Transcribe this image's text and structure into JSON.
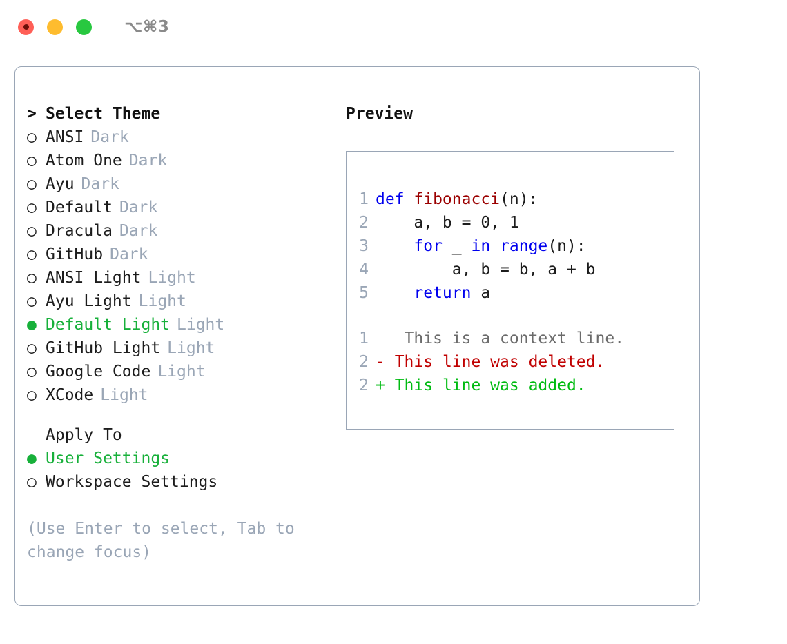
{
  "titlebar": {
    "dots": [
      {
        "name": "close",
        "color": "#ff5f57"
      },
      {
        "name": "minimize",
        "color": "#febc2e"
      },
      {
        "name": "zoom",
        "color": "#28c840"
      }
    ],
    "shortcut": "⌥⌘3"
  },
  "theme_panel": {
    "heading_marker": ">",
    "heading": "Select Theme",
    "items": [
      {
        "marker": "○",
        "name": "ANSI",
        "kind": "Dark",
        "selected": false
      },
      {
        "marker": "○",
        "name": "Atom One",
        "kind": "Dark",
        "selected": false
      },
      {
        "marker": "○",
        "name": "Ayu",
        "kind": "Dark",
        "selected": false
      },
      {
        "marker": "○",
        "name": "Default",
        "kind": "Dark",
        "selected": false
      },
      {
        "marker": "○",
        "name": "Dracula",
        "kind": "Dark",
        "selected": false
      },
      {
        "marker": "○",
        "name": "GitHub",
        "kind": "Dark",
        "selected": false
      },
      {
        "marker": "○",
        "name": "ANSI Light",
        "kind": "Light",
        "selected": false
      },
      {
        "marker": "○",
        "name": "Ayu Light",
        "kind": "Light",
        "selected": false
      },
      {
        "marker": "●",
        "name": "Default Light",
        "kind": "Light",
        "selected": true
      },
      {
        "marker": "○",
        "name": "GitHub Light",
        "kind": "Light",
        "selected": false
      },
      {
        "marker": "○",
        "name": "Google Code",
        "kind": "Light",
        "selected": false
      },
      {
        "marker": "○",
        "name": "XCode",
        "kind": "Light",
        "selected": false
      }
    ]
  },
  "apply_to": {
    "heading": "Apply To",
    "options": [
      {
        "marker": "●",
        "label": "User Settings",
        "selected": true
      },
      {
        "marker": "○",
        "label": "Workspace Settings",
        "selected": false
      }
    ]
  },
  "hint": "(Use Enter to select, Tab to\nchange focus)",
  "preview": {
    "title": "Preview",
    "code_lines": [
      {
        "number": "1",
        "tokens": [
          {
            "text": "def ",
            "style": "kw"
          },
          {
            "text": "fibonacci",
            "style": "fn"
          },
          {
            "text": "(n):",
            "style": "plain"
          }
        ]
      },
      {
        "number": "2",
        "tokens": [
          {
            "text": "    a, b = 0, 1",
            "style": "plain"
          }
        ]
      },
      {
        "number": "3",
        "tokens": [
          {
            "text": "    ",
            "style": "plain"
          },
          {
            "text": "for",
            "style": "kw"
          },
          {
            "text": " _ ",
            "style": "plain"
          },
          {
            "text": "in range",
            "style": "kw"
          },
          {
            "text": "(n):",
            "style": "plain"
          }
        ]
      },
      {
        "number": "4",
        "tokens": [
          {
            "text": "        a, b = b, a + b",
            "style": "plain"
          }
        ]
      },
      {
        "number": "5",
        "tokens": [
          {
            "text": "    ",
            "style": "plain"
          },
          {
            "text": "return",
            "style": "kw"
          },
          {
            "text": " a",
            "style": "plain"
          }
        ]
      }
    ],
    "diff_lines": [
      {
        "number": "1",
        "sign": " ",
        "text": "  This is a context line.",
        "style": "ctx"
      },
      {
        "number": "2",
        "sign": "-",
        "text": " This line was deleted.",
        "style": "del"
      },
      {
        "number": "2",
        "sign": "+",
        "text": " This line was added.",
        "style": "add"
      }
    ]
  },
  "colors": {
    "accent_green": "#17b03a",
    "muted": "#9aa6b6",
    "keyword_blue": "#0000ee",
    "function_red": "#9b0000",
    "diff_delete": "#c00000",
    "diff_add": "#00bb11",
    "border": "#9aa6b6"
  }
}
